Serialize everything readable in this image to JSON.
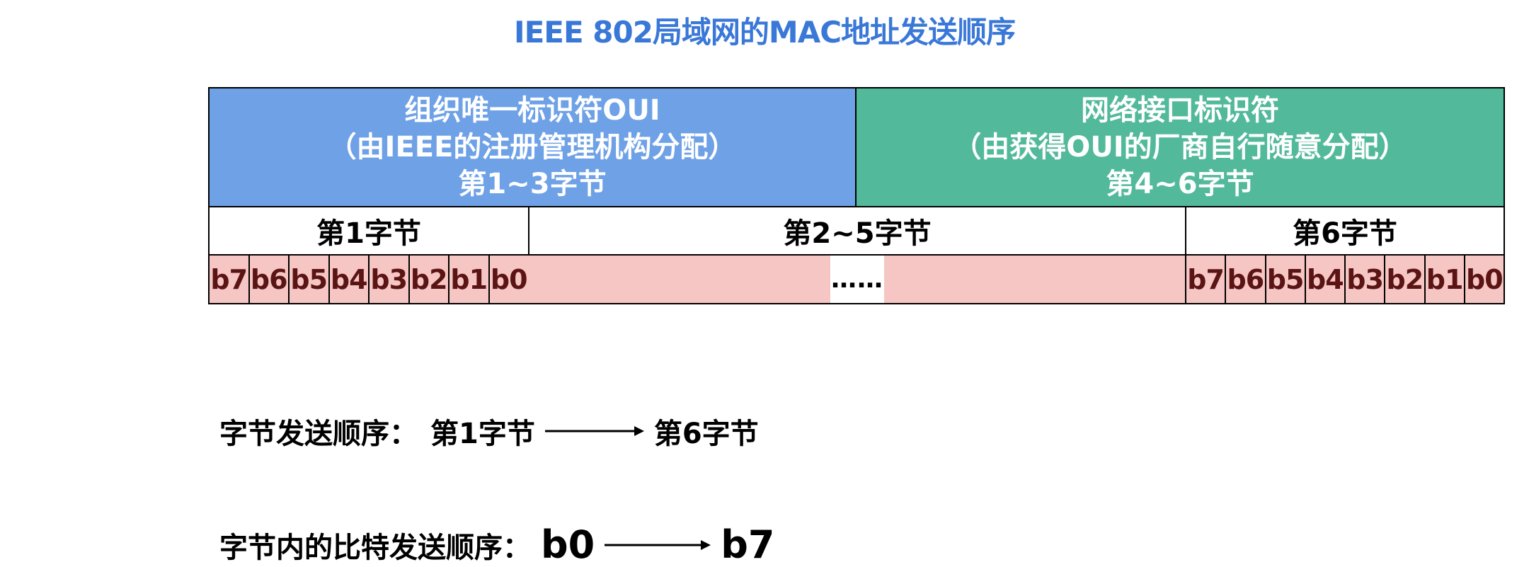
{
  "title": "IEEE 802局域网的MAC地址发送顺序",
  "oui_header": {
    "line1": "组织唯一标识符OUI",
    "line2": "（由IEEE的注册管理机构分配）",
    "line3": "第1~3字节"
  },
  "nic_header": {
    "line1": "网络接口标识符",
    "line2": "（由获得OUI的厂商自行随意分配）",
    "line3": "第4~6字节"
  },
  "byte_labels": [
    "第1字节",
    "第2~5字节",
    "第6字节"
  ],
  "first_byte_bits": [
    "b7",
    "b6",
    "b5",
    "b4",
    "b3",
    "b2",
    "b1",
    "b0"
  ],
  "middle_ellipsis": "……",
  "last_byte_bits": [
    "b7",
    "b6",
    "b5",
    "b4",
    "b3",
    "b2",
    "b1",
    "b0"
  ],
  "byte_order": {
    "label": "字节发送顺序：",
    "from": "第1字节",
    "to": "第6字节"
  },
  "bit_order": {
    "label": "字节内的比特发送顺序：",
    "from": "b0",
    "to": "b7"
  },
  "colors": {
    "title": "#3a78d8",
    "oui_fill": "#6ea1e6",
    "nic_fill": "#53b99b",
    "bit_fill": "#f6c6c4",
    "bit_text": "#5a1414"
  }
}
